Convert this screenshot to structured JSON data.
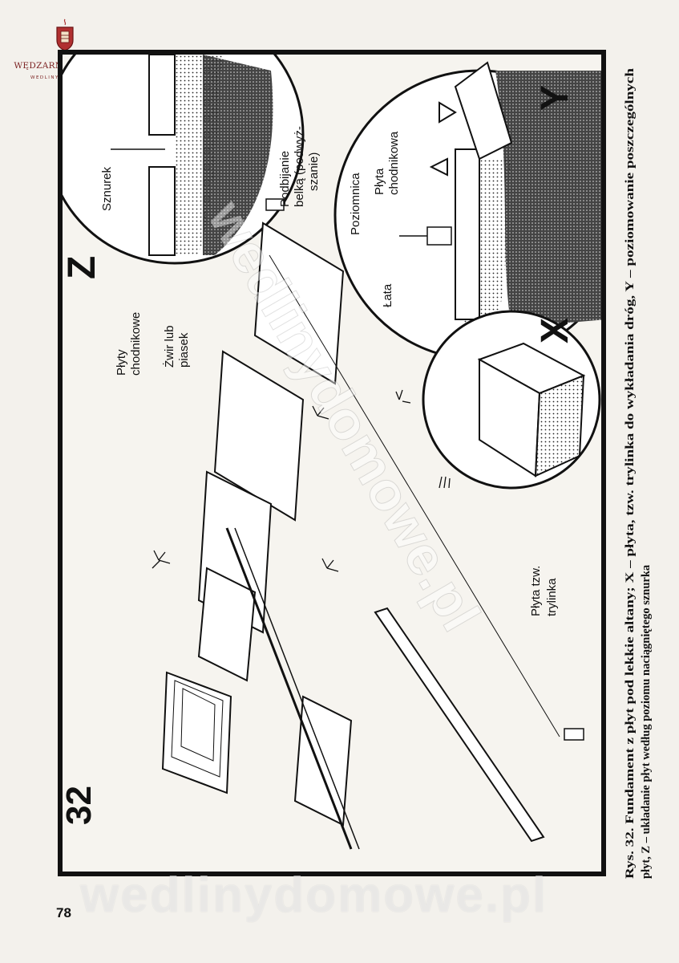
{
  "brand": {
    "title": "WĘDZARNICZA BRAĆ",
    "subtitle": "WEDLINYDOMOWE.PL"
  },
  "figure": {
    "number": "32",
    "view_letters": {
      "x": "X",
      "y": "Y",
      "z": "Z"
    },
    "labels": {
      "sznurek": "Sznurek",
      "plyty_chodnikowe": [
        "Płyty",
        "chodnikowe"
      ],
      "zwir_lub_piasek": [
        "Żwir lub",
        "piasek"
      ],
      "podbijanie": [
        "Podbijanie",
        "belką (podwyż-",
        "szanie)"
      ],
      "poziomnica": "Poziomnica",
      "plyta_chodnikowa": [
        "Płyta",
        "chodnikowa"
      ],
      "lata": "Łata",
      "plyta_trylinka": [
        "Płyta tzw.",
        "trylinka"
      ]
    },
    "watermark_diagonal": "wedlinydomowe.pl"
  },
  "caption": {
    "line1": "Rys. 32. Fundament z płyt pod lekkie altany; X – płyta, tzw. trylinka do wykładania dróg, Y – poziomowanie poszczególnych",
    "line2": "płyt, Z – układanie płyt według poziomu naciągniętego sznurka"
  },
  "page_number": "78",
  "watermark_bottom": "wedlinydomowe.pl"
}
